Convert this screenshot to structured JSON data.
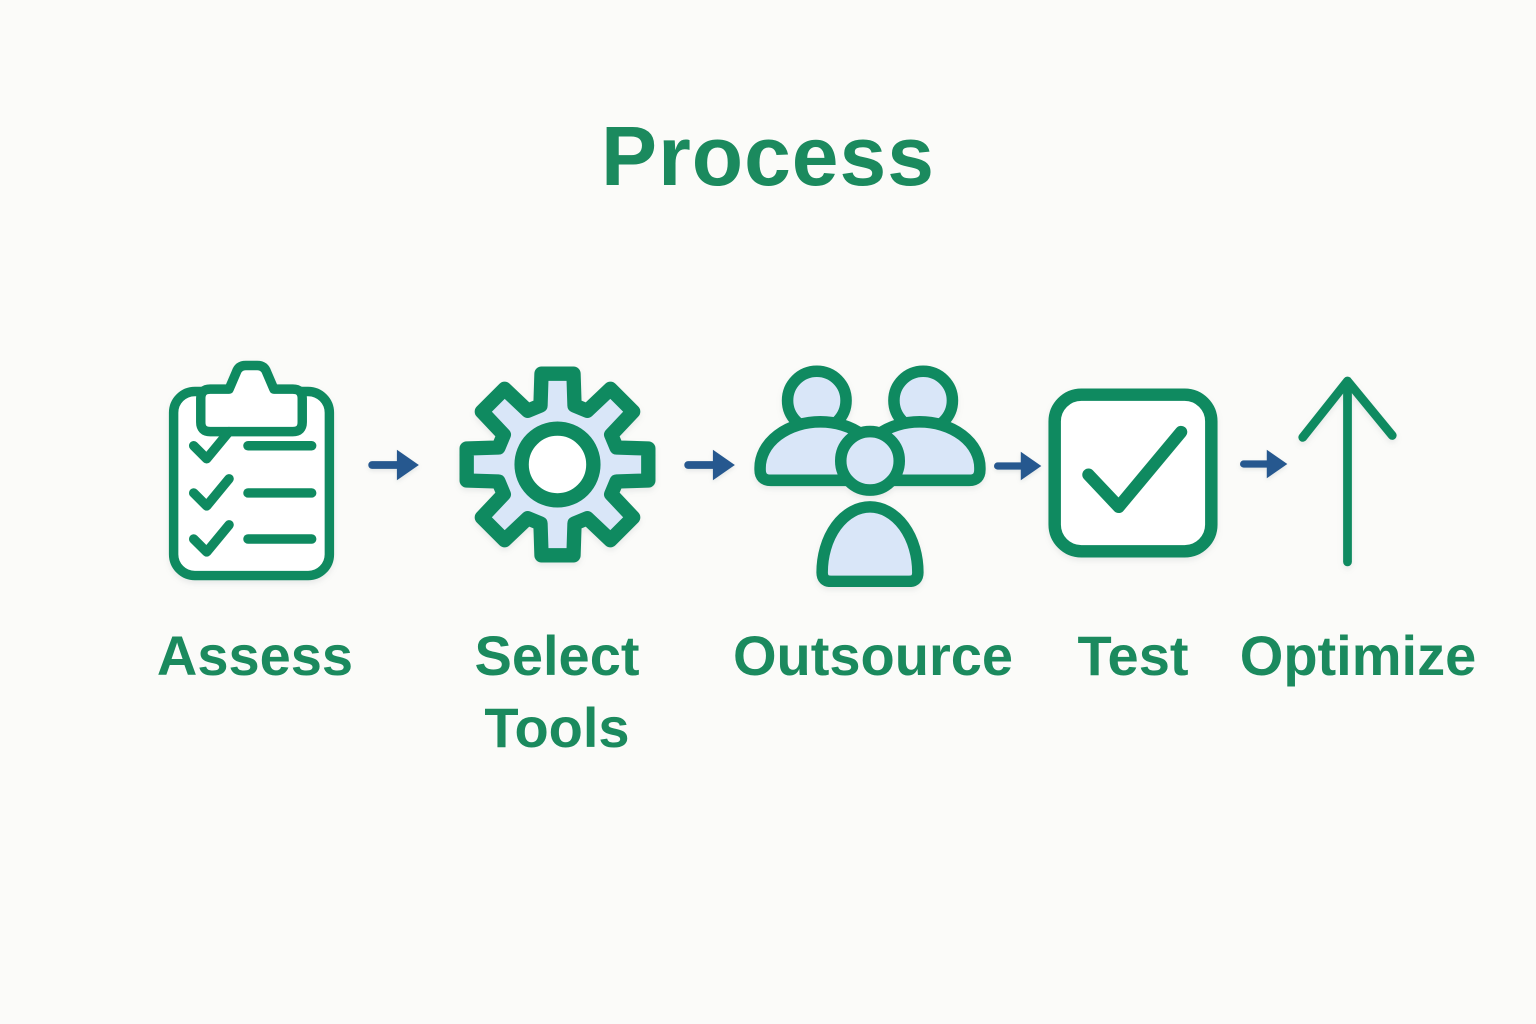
{
  "title": "Process",
  "steps": [
    {
      "label": "Assess",
      "icon": "clipboard-checklist-icon"
    },
    {
      "label": "Select Tools",
      "icon": "gear-icon"
    },
    {
      "label": "Outsource",
      "icon": "team-icon"
    },
    {
      "label": "Test",
      "icon": "checkbox-checked-icon"
    },
    {
      "label": "Optimize",
      "icon": "arrow-up-icon"
    }
  ],
  "connector_icon": "arrow-right-icon",
  "colors": {
    "title_green": "#1b8a5e",
    "icon_stroke_green": "#0f8a60",
    "icon_fill_blue": "#d9e6f8",
    "connector_blue": "#26588f",
    "background": "#fbfbf9"
  }
}
